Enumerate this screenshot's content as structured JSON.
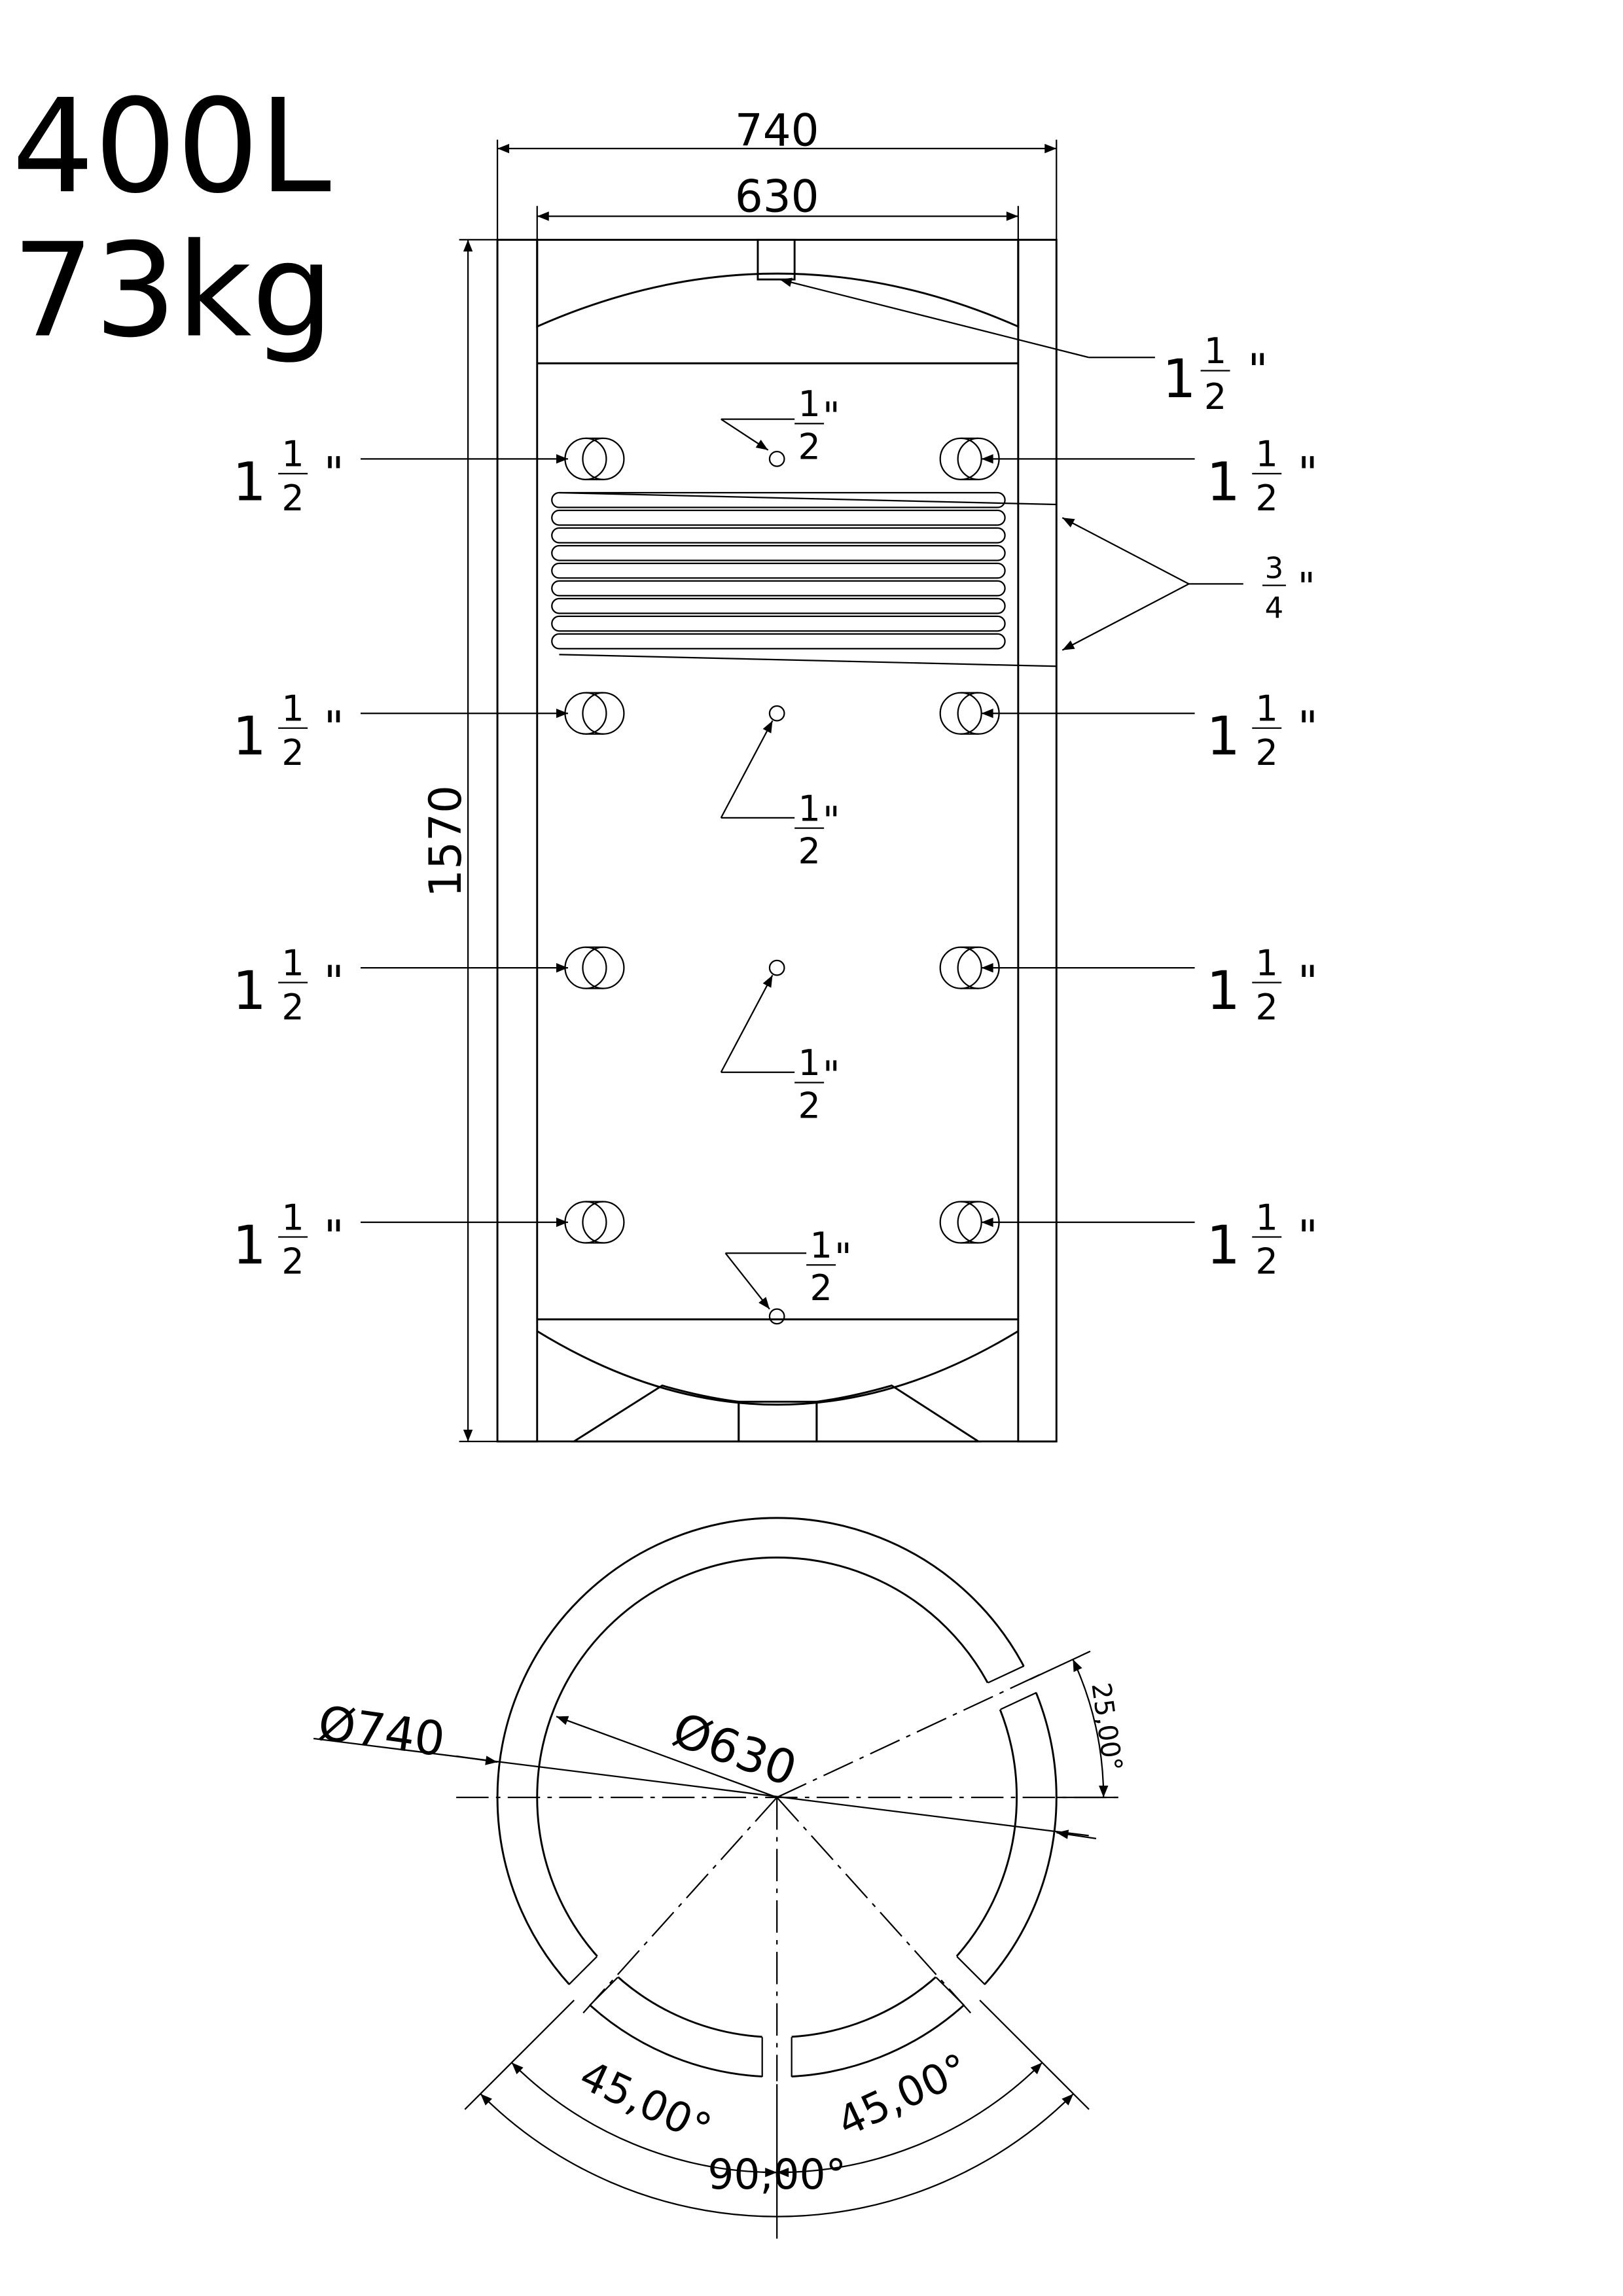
{
  "header": {
    "capacity": "400L",
    "weight": "73kg"
  },
  "dimensions": {
    "outer_width": "740",
    "inner_width": "630",
    "height": "1570"
  },
  "ports": {
    "top": {
      "whole": "1",
      "num": "1",
      "den": "2",
      "unit": "\""
    },
    "side": [
      {
        "side": "left",
        "whole": "1",
        "num": "1",
        "den": "2",
        "unit": "\""
      },
      {
        "side": "right",
        "whole": "1",
        "num": "1",
        "den": "2",
        "unit": "\""
      },
      {
        "side": "left",
        "whole": "1",
        "num": "1",
        "den": "2",
        "unit": "\""
      },
      {
        "side": "right",
        "whole": "1",
        "num": "1",
        "den": "2",
        "unit": "\""
      },
      {
        "side": "left",
        "whole": "1",
        "num": "1",
        "den": "2",
        "unit": "\""
      },
      {
        "side": "right",
        "whole": "1",
        "num": "1",
        "den": "2",
        "unit": "\""
      },
      {
        "side": "left",
        "whole": "1",
        "num": "1",
        "den": "2",
        "unit": "\""
      },
      {
        "side": "right",
        "whole": "1",
        "num": "1",
        "den": "2",
        "unit": "\""
      }
    ],
    "sensors": [
      {
        "num": "1",
        "den": "2",
        "unit": "\""
      },
      {
        "num": "1",
        "den": "2",
        "unit": "\""
      },
      {
        "num": "1",
        "den": "2",
        "unit": "\""
      },
      {
        "num": "1",
        "den": "2",
        "unit": "\""
      }
    ],
    "coil": {
      "num": "3",
      "den": "4",
      "unit": "\""
    }
  },
  "section": {
    "outer_diameter": "Ø740",
    "inner_diameter": "Ø630",
    "angle_top": "25,00°",
    "angle_left": "45,00°",
    "angle_right": "45,00°",
    "angle_total": "90,00°"
  }
}
